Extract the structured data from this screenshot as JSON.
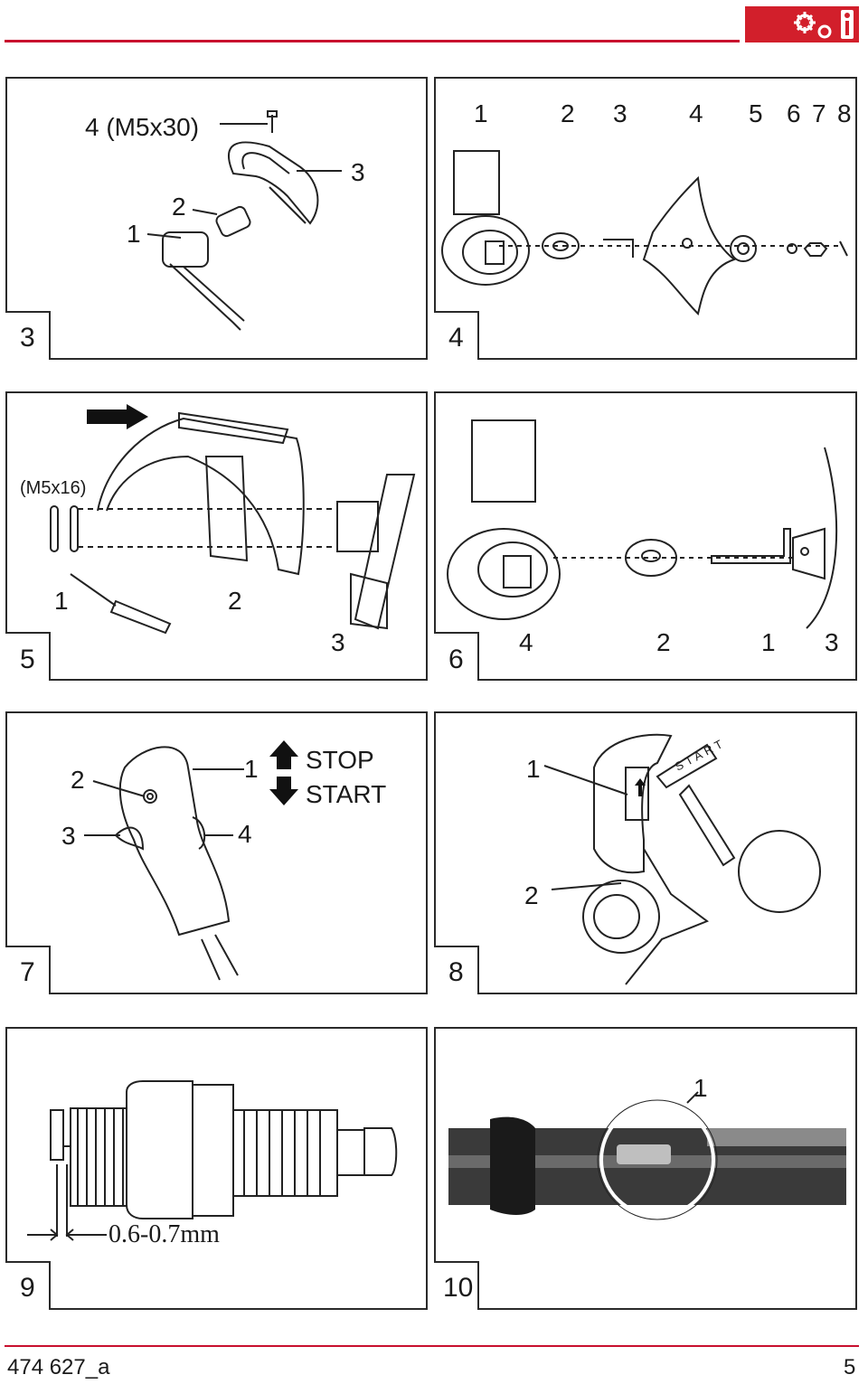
{
  "badge": {
    "icons": [
      "gears-icon",
      "info-icon"
    ],
    "color": "#d21f2b"
  },
  "accent_color": "#c8102e",
  "figures": [
    {
      "number": "3",
      "labels": [
        "4 (M5x30)",
        "2",
        "1",
        "3"
      ]
    },
    {
      "number": "4",
      "labels": [
        "1",
        "2",
        "3",
        "4",
        "5",
        "6",
        "7",
        "8"
      ]
    },
    {
      "number": "5",
      "labels": [
        "(M5x16)",
        "1",
        "2",
        "3"
      ]
    },
    {
      "number": "6",
      "labels": [
        "4",
        "2",
        "1",
        "3"
      ]
    },
    {
      "number": "7",
      "labels": [
        "2",
        "3",
        "1",
        "4"
      ],
      "legend": [
        "STOP",
        "START"
      ]
    },
    {
      "number": "8",
      "labels": [
        "1",
        "2"
      ],
      "switch_text": "START"
    },
    {
      "number": "9",
      "labels": [],
      "gap_text": "0.6-0.7mm"
    },
    {
      "number": "10",
      "labels": [
        "1"
      ]
    }
  ],
  "footer": {
    "doc_number": "474 627_a",
    "page": "5"
  }
}
